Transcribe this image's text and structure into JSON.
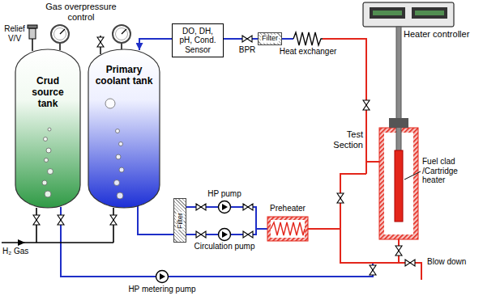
{
  "diagram": {
    "nodes": [
      {
        "text": [
          "Crud source tank"
        ]
      },
      {
        "text": [
          "Primary coolant tank"
        ]
      },
      {
        "text": [
          "DO, DH, pH, Cond. Sensor"
        ]
      },
      {
        "text": [
          "Filter"
        ]
      },
      {
        "text": [
          "Filter"
        ]
      }
    ],
    "edges": [
      {
        "from": 3,
        "to": 2,
        "arrow": "none"
      },
      {
        "from": 2,
        "to": 1,
        "arrow": "to"
      },
      {
        "from": 1,
        "to": 4,
        "arrow": "none"
      }
    ],
    "labels": [
      "Gas overpressure control",
      "Relief V/V",
      "BPR",
      "Heat exchanger",
      "Heater controller",
      "Test Section",
      "Fuel clad /Cartridge heater",
      "HP pump",
      "Circulation pump",
      "Preheater",
      "Blow down",
      "H₂ Gas",
      "HP metering pump"
    ]
  }
}
